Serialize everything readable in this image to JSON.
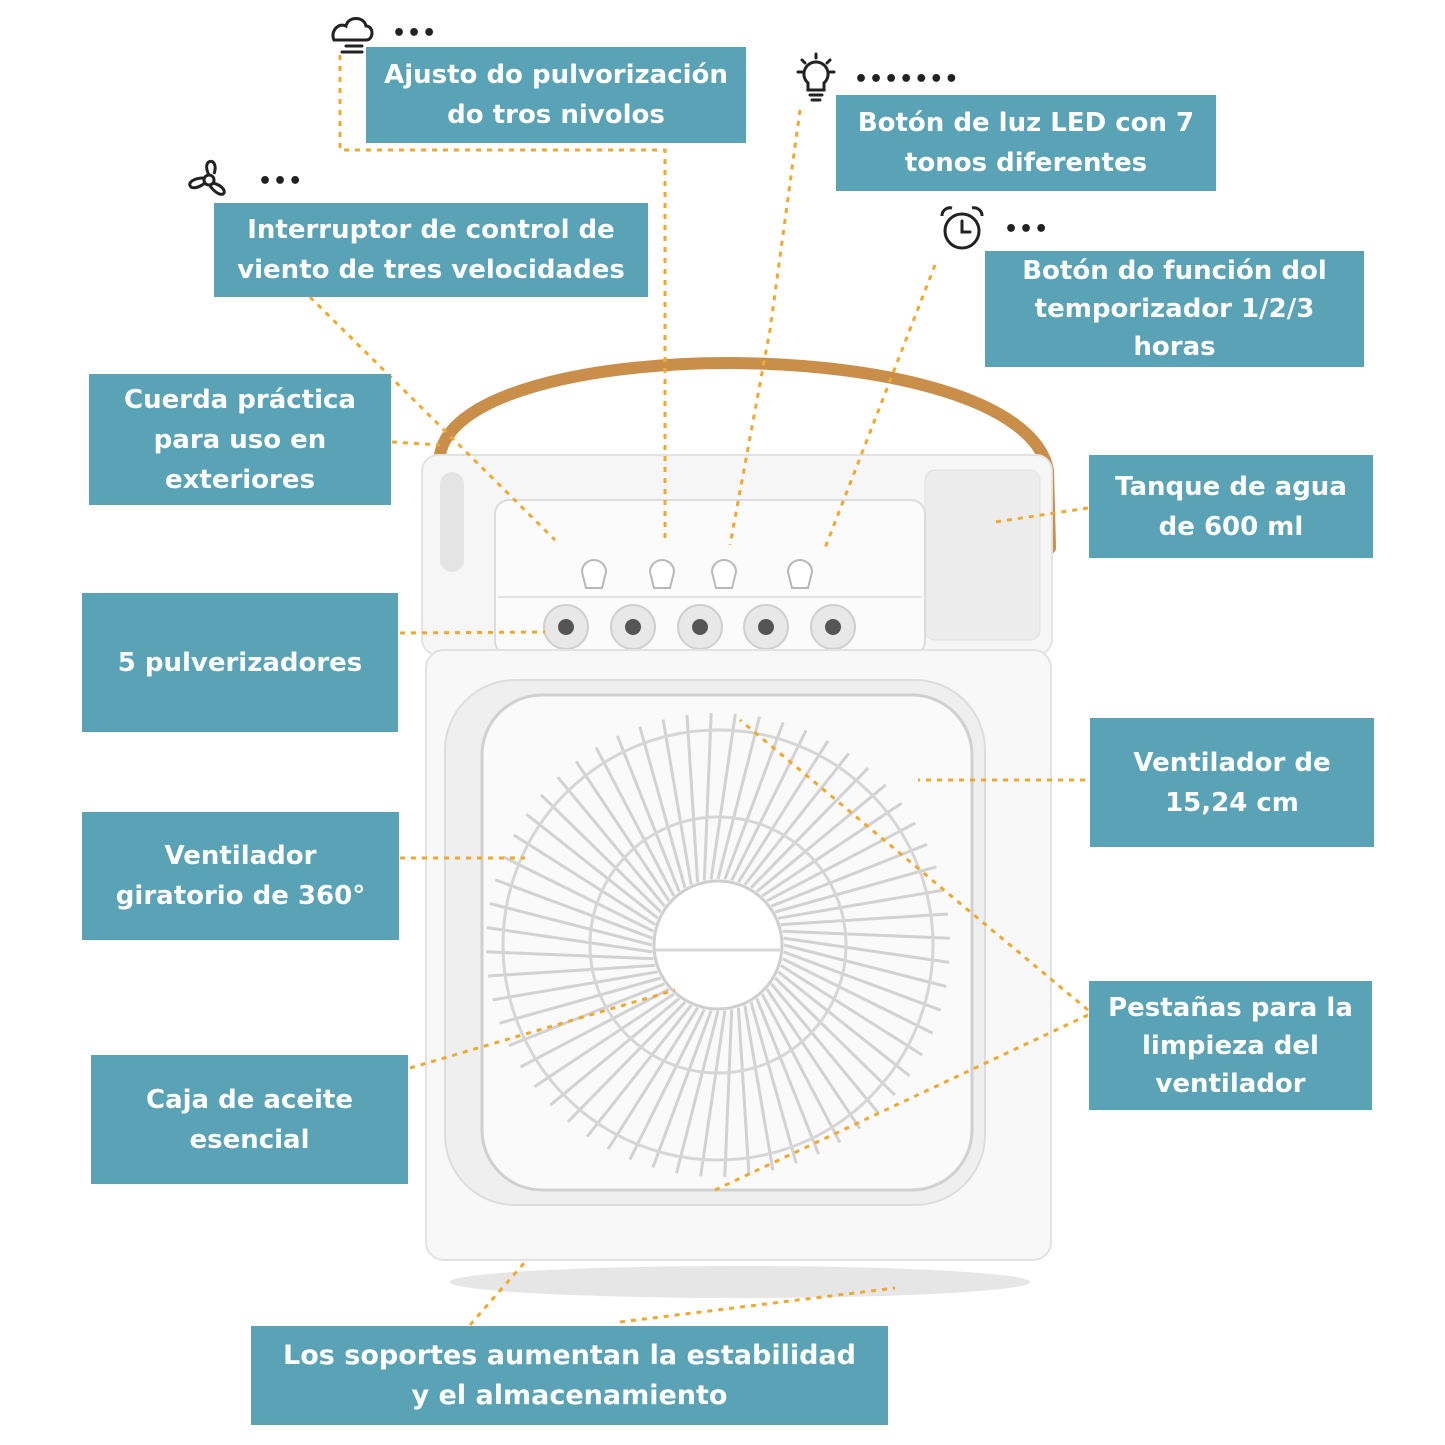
{
  "labels": {
    "mist": "Ajusto do pulvorización\ndo tros nivolos",
    "led": "Botón de luz LED con 7\ntonos diferentes",
    "wind": "Interruptor de control de\nviento de tres velocidades",
    "timer": "Botón do función dol\ntemporizador 1/2/3\nhoras",
    "rope": "Cuerda práctica\npara uso en\nexteriores",
    "tank": "Tanque de agua\nde 600 ml",
    "sprayers": "5 pulverizadores",
    "fan_size": "Ventilador de\n15,24 cm",
    "rotating": "Ventilador\ngiratorio de 360°",
    "tabs": "Pestañas para la\nlimpieza del\nventilador",
    "oil_box": "Caja de aceite\nesencial",
    "supports": "Los soportes aumentan la estabilidad\ny el almacenamiento"
  },
  "icon_dots": {
    "mist": "•••",
    "led": "•••••••",
    "wind": "•••",
    "timer": "•••"
  },
  "icons": [
    "mist-icon",
    "light-bulb-icon",
    "fan-icon",
    "alarm-clock-icon"
  ],
  "colors": {
    "label_bg": "#5aa2b5",
    "label_text": "#ffffff",
    "leader_line": "#f0a830",
    "handle": "#c98f4a",
    "device": "#f4f4f4"
  }
}
